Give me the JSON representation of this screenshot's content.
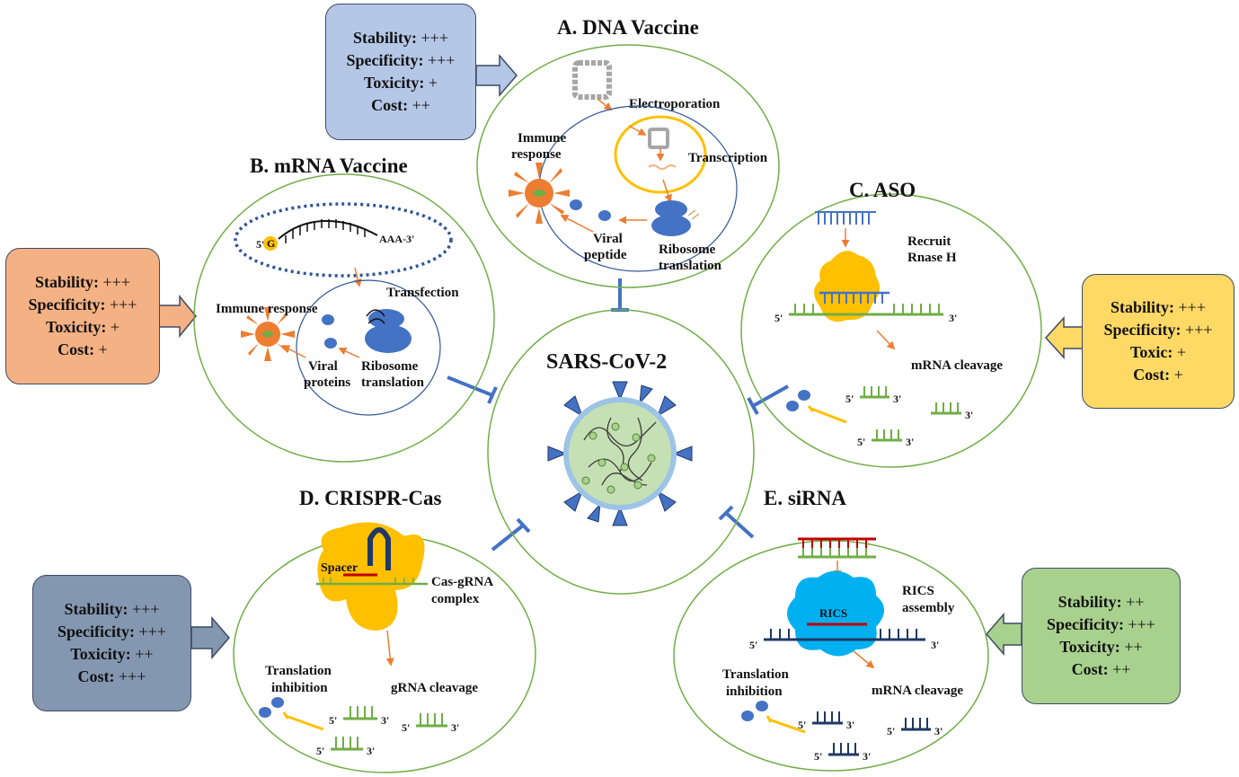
{
  "center": {
    "title": "SARS-CoV-2"
  },
  "panels": {
    "dna": {
      "title": "A. DNA Vaccine",
      "labels": {
        "electroporation": "Electroporation",
        "immune1": "Immune",
        "immune2": "response",
        "transcription": "Transcription",
        "viral1": "Viral",
        "viral2": "peptide",
        "ribosome1": "Ribosome",
        "ribosome2": "translation"
      },
      "props": {
        "stability": [
          "Stability:",
          "+++"
        ],
        "specificity": [
          "Specificity:",
          "+++"
        ],
        "toxicity": [
          "Toxicity:",
          "+"
        ],
        "cost": [
          "Cost:",
          "++"
        ]
      }
    },
    "mrna": {
      "title": "B. mRNA Vaccine",
      "labels": {
        "five": "5'",
        "cap": "G",
        "tail": "AAA-3'",
        "transfection": "Transfection",
        "immune": "Immune response",
        "viral1": "Viral",
        "viral2": "proteins",
        "ribosome1": "Ribosome",
        "ribosome2": "translation"
      },
      "props": {
        "stability": [
          "Stability:",
          "+++"
        ],
        "specificity": [
          "Specificity:",
          "+++"
        ],
        "toxicity": [
          "Toxicity:",
          "+"
        ],
        "cost": [
          "Cost:",
          "+"
        ]
      }
    },
    "aso": {
      "title": "C. ASO",
      "labels": {
        "recruit1": "Recruit",
        "recruit2": "Rnase H",
        "five": "5'",
        "three": "3'",
        "cleavage": "mRNA cleavage",
        "f1": "5'",
        "t1": "3'",
        "t2": "3'",
        "f3": "5'",
        "t3": "3'"
      },
      "props": {
        "stability": [
          "Stability:",
          "+++"
        ],
        "specificity": [
          "Specificity:",
          "+++"
        ],
        "toxicity": [
          "Toxic:",
          "+"
        ],
        "cost": [
          "Cost:",
          "+"
        ]
      }
    },
    "crispr": {
      "title": "D. CRISPR-Cas",
      "labels": {
        "spacer": "Spacer",
        "complex1": "Cas-gRNA",
        "complex2": "complex",
        "inhib1": "Translation",
        "inhib2": "inhibition",
        "cleavage": "gRNA cleavage",
        "f1": "5'",
        "t1": "3'",
        "f2": "5'",
        "t2": "3'",
        "f3": "5'",
        "t3": "3'"
      },
      "props": {
        "stability": [
          "Stability:",
          "+++"
        ],
        "specificity": [
          "Specificity:",
          "+++"
        ],
        "toxicity": [
          "Toxicity:",
          "++"
        ],
        "cost": [
          "Cost:",
          "+++"
        ]
      }
    },
    "sirna": {
      "title": "E. siRNA",
      "labels": {
        "rics": "RICS",
        "assembly1": "RICS",
        "assembly2": "assembly",
        "five": "5'",
        "three": "3'",
        "inhib1": "Translation",
        "inhib2": "inhibition",
        "cleavage": "mRNA cleavage",
        "f1": "5'",
        "t1": "3'",
        "f2": "5'",
        "t2": "3'",
        "f3": "5'",
        "t3": "3'"
      },
      "props": {
        "stability": [
          "Stability:",
          "++"
        ],
        "specificity": [
          "Specificity:",
          "+++"
        ],
        "toxicity": [
          "Toxicity:",
          "++"
        ],
        "cost": [
          "Cost:",
          "++"
        ]
      }
    }
  },
  "colors": {
    "dna_box": "#b4c7e7",
    "mrna_box": "#f4b183",
    "aso_box": "#ffd966",
    "crispr_box": "#8497b0",
    "sirna_box": "#a9d18e",
    "circle": "#70ad47",
    "inhibit": "#4472c4",
    "arrow": "#ed7d31"
  }
}
